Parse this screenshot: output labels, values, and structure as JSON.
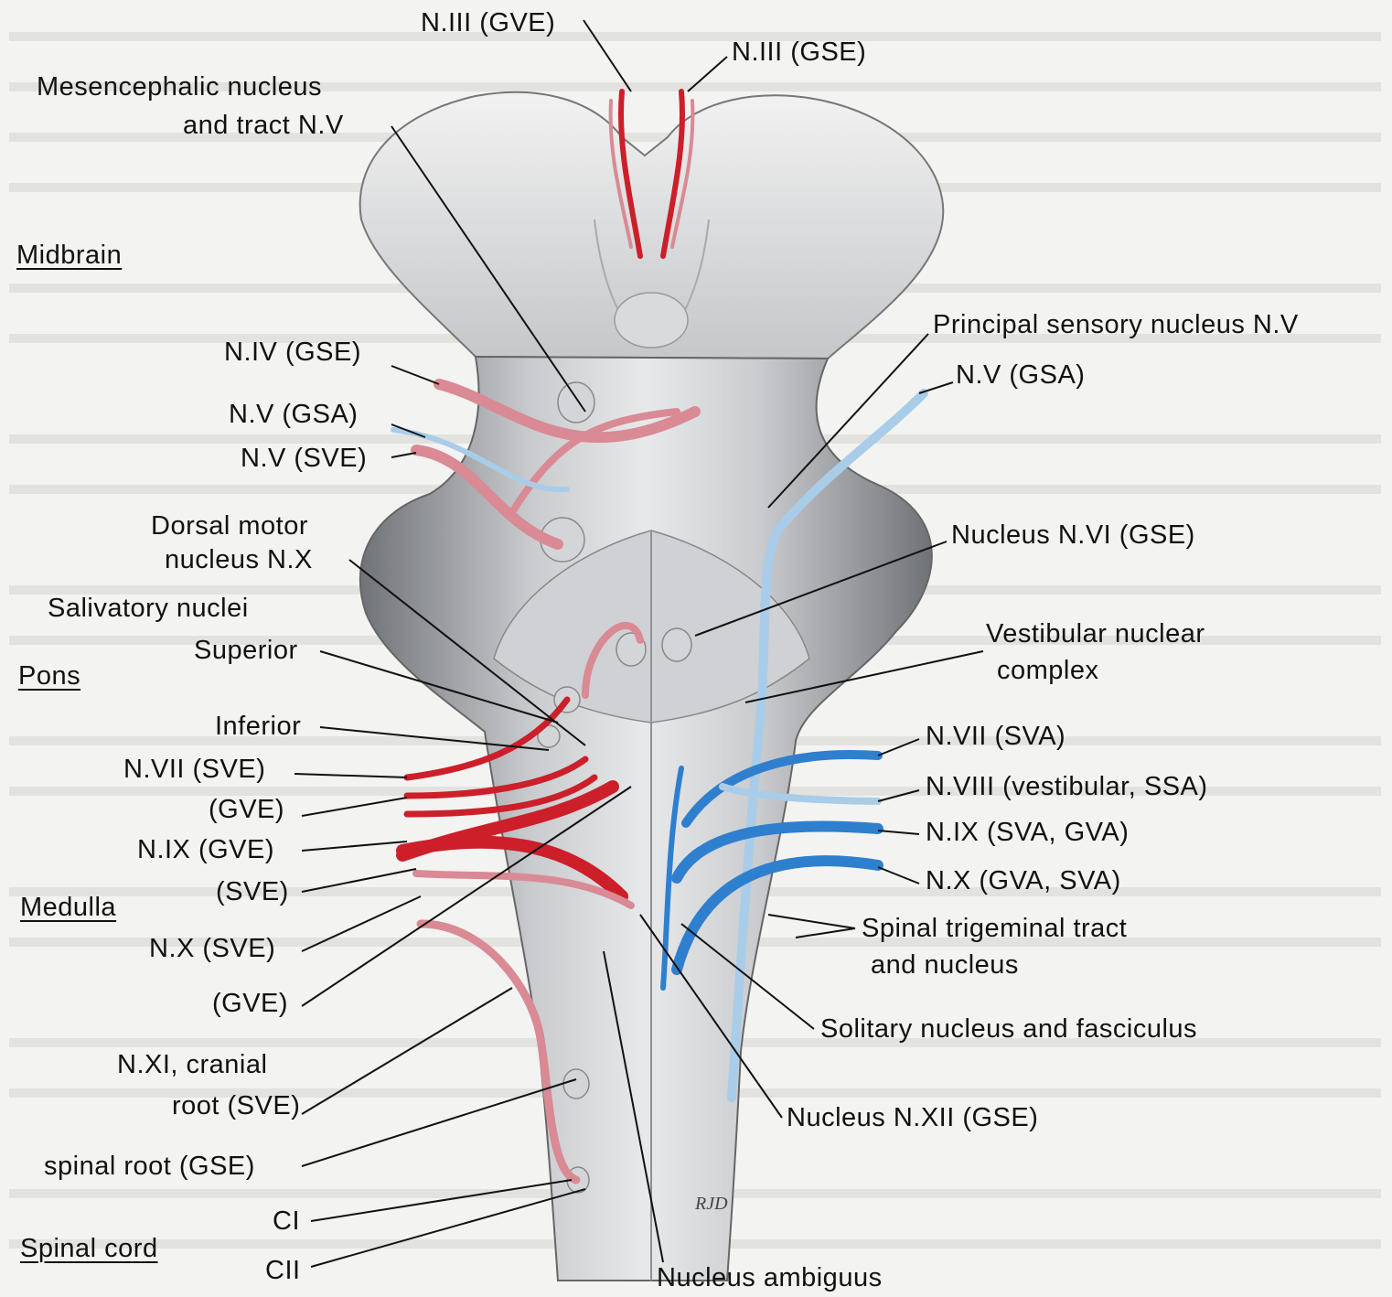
{
  "colors": {
    "background": "#f3f3f1",
    "brainstem": "#b9bcc0",
    "motor_nerve": "#d98a95",
    "motor_nerve_dark": "#cc1f2a",
    "sensory_nerve": "#2f7fcf",
    "sensory_nerve_light": "#a9cde8",
    "leader_line": "#111111"
  },
  "regions": {
    "midbrain": "Midbrain",
    "pons": "Pons",
    "medulla": "Medulla",
    "spinal_cord": "Spinal cord"
  },
  "left_labels": {
    "mesencephalic_1": "Mesencephalic nucleus",
    "mesencephalic_2": "and tract N.V",
    "n4_gse": "N.IV (GSE)",
    "n5_gsa": "N.V (GSA)",
    "n5_sve": "N.V (SVE)",
    "dorsal_motor_1": "Dorsal motor",
    "dorsal_motor_2": "nucleus N.X",
    "salivatory": "Salivatory nuclei",
    "superior": "Superior",
    "inferior": "Inferior",
    "n7_sve": "N.VII (SVE)",
    "n7_gve": "(GVE)",
    "n9_gve": "N.IX (GVE)",
    "n9_sve": "(SVE)",
    "n10_sve": "N.X (SVE)",
    "n10_gve": "(GVE)",
    "n11_cranial": "N.XI, cranial",
    "n11_root_sve": "root (SVE)",
    "n11_spinal": "spinal root (GSE)",
    "c1": "CI",
    "c2": "CII"
  },
  "top_labels": {
    "n3_gve": "N.III (GVE)",
    "n3_gse": "N.III (GSE)"
  },
  "right_labels": {
    "principal_sensory": "Principal sensory nucleus N.V",
    "n5_gsa": "N.V (GSA)",
    "nucleus_n6": "Nucleus N.VI (GSE)",
    "vestibular_1": "Vestibular nuclear",
    "vestibular_2": "complex",
    "n7_sva": "N.VII (SVA)",
    "n8": "N.VIII (vestibular, SSA)",
    "n9": "N.IX (SVA, GVA)",
    "n10": "N.X (GVA, SVA)",
    "spinal_trigeminal_1": "Spinal trigeminal tract",
    "spinal_trigeminal_2": "and nucleus",
    "solitary": "Solitary nucleus and fasciculus",
    "nucleus_n12": "Nucleus N.XII (GSE)"
  },
  "bottom_labels": {
    "ambiguus": "Nucleus ambiguus"
  },
  "artist_signature": "RJD"
}
